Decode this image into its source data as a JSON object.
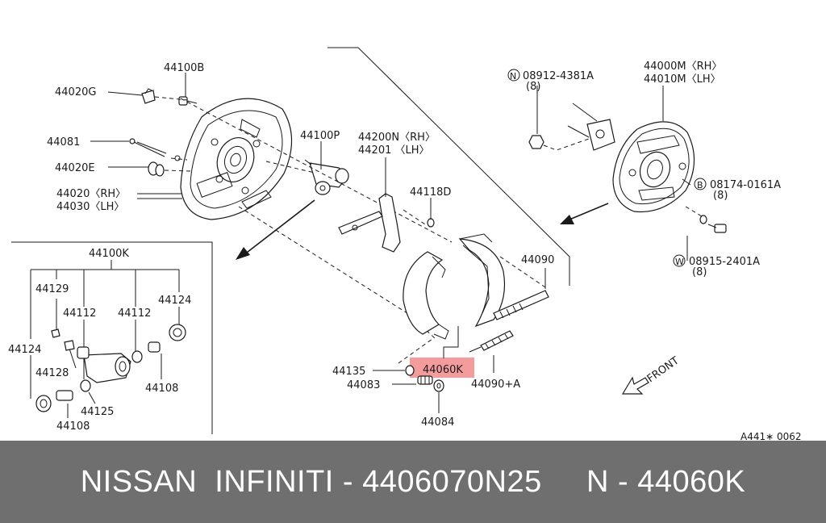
{
  "diagram": {
    "labels": {
      "p44100B": "44100B",
      "p44020G": "44020G",
      "p44081": "44081",
      "p44020E": "44020E",
      "p44020": "44020〈RH〉",
      "p44030": "44030〈LH〉",
      "p44100P": "44100P",
      "p44200N": "44200N〈RH〉",
      "p44201": "44201 〈LH〉",
      "p44118D": "44118D",
      "p44090": "44090",
      "p44135": "44135",
      "p44060K": "44060K",
      "p44090A": "44090+A",
      "p44083": "44083",
      "p44084": "44084",
      "p08912": "08912-4381A",
      "p08912qty": "(8)",
      "p08912sym": "N",
      "p44000M": "44000M〈RH〉",
      "p44010M": "44010M〈LH〉",
      "p08174": "08174-0161A",
      "p08174qty": "(8)",
      "p08174sym": "B",
      "p08915": "08915-2401A",
      "p08915qty": "(8)",
      "p08915sym": "W",
      "front": "FRONT",
      "code": "A441∗ 0062"
    },
    "inset": {
      "p44100K": "44100K",
      "p44129": "44129",
      "p44112a": "44112",
      "p44112b": "44112",
      "p44124a": "44124",
      "p44124b": "44124",
      "p44128": "44128",
      "p44108a": "44108",
      "p44108b": "44108",
      "p44125": "44125"
    },
    "highlight_color": "#f28b8b"
  },
  "caption": {
    "text": "NISSAN  INFINITI - 4406070N25     N - 44060K",
    "background": "#6f6f6f"
  }
}
